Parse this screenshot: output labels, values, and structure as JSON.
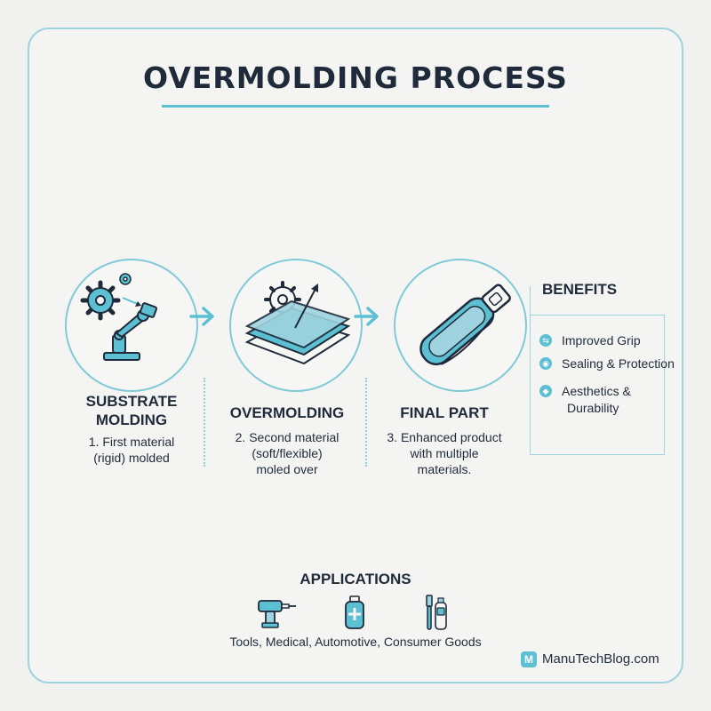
{
  "title": "OVERMOLDING PROCESS",
  "steps": [
    {
      "heading": "SUBSTRATE MOLDING",
      "heading_line1": "SUBSTRATE",
      "heading_line2": "MOLDING",
      "desc_line1": "1. First material",
      "desc_line2": "(rigid) molded",
      "icon": "robot-arm-gears-icon"
    },
    {
      "heading": "OVERMOLDING",
      "desc_line1": "2. Second material",
      "desc_line2": "(soft/flexible)",
      "desc_line3": "moled over",
      "icon": "layered-material-gear-icon"
    },
    {
      "heading": "FINAL PART",
      "desc_line1": "3. Enhanced product",
      "desc_line2": "with multiple",
      "desc_line3": "materials.",
      "icon": "grip-handle-icon"
    }
  ],
  "benefits": {
    "title": "BENEFITS",
    "items": [
      {
        "line1": "Improved Grip",
        "icon": "grip-icon"
      },
      {
        "line1": "Sealing & Protection",
        "icon": "seal-icon"
      },
      {
        "line1": "Aesthetics &",
        "line2": "Durability",
        "icon": "shield-icon"
      }
    ]
  },
  "applications": {
    "title": "APPLICATIONS",
    "text": "Tools, Medical, Automotive, Consumer Goods",
    "icons": [
      "drill-icon",
      "medical-bottle-icon",
      "toothbrush-icon"
    ]
  },
  "brand": {
    "logo_letter": "M",
    "name": "ManuTechBlog.com"
  },
  "colors": {
    "accent": "#5cc0d2",
    "border": "#9ed3df",
    "text": "#1f2b3a",
    "background": "#f1f1ef"
  }
}
